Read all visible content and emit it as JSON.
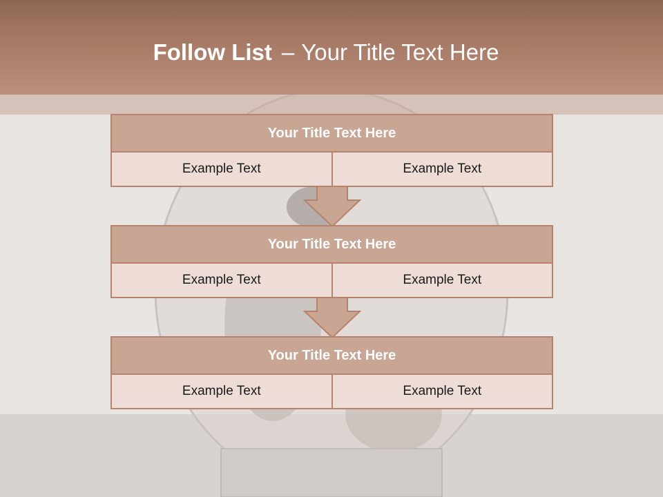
{
  "slide": {
    "title_bold": "Follow List",
    "title_separator": "–",
    "title_rest": "Your Title Text Here"
  },
  "blocks": [
    {
      "title": "Your Title Text Here",
      "left": "Example Text",
      "right": "Example Text"
    },
    {
      "title": "Your Title Text Here",
      "left": "Example Text",
      "right": "Example Text"
    },
    {
      "title": "Your Title Text Here",
      "left": "Example Text",
      "right": "Example Text"
    }
  ],
  "colors": {
    "header": "#a77a66",
    "block_title_fill": "#c9a593",
    "block_border": "#b5826d",
    "cell_fill": "#eedcd6",
    "arrow_fill": "#c9a593"
  }
}
